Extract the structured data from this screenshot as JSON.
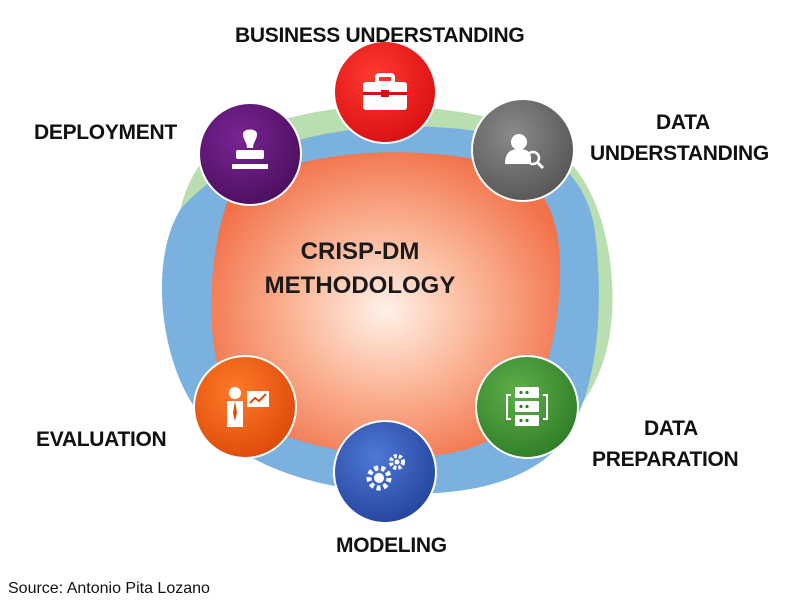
{
  "center": {
    "line1": "CRISP-DM",
    "line2": "METHODOLOGY"
  },
  "phases": [
    {
      "id": "business-understanding",
      "lines": [
        "BUSINESS UNDERSTANDING"
      ],
      "color": "#e8141a",
      "icon": "briefcase-icon"
    },
    {
      "id": "data-understanding",
      "lines": [
        "DATA",
        "UNDERSTANDING"
      ],
      "color": "#6e6e6e",
      "icon": "user-search-icon"
    },
    {
      "id": "data-preparation",
      "lines": [
        "DATA",
        "PREPARATION"
      ],
      "color": "#3b8e2f",
      "icon": "server-icon"
    },
    {
      "id": "modeling",
      "lines": [
        "MODELING"
      ],
      "color": "#2f58b5",
      "icon": "gears-icon"
    },
    {
      "id": "evaluation",
      "lines": [
        "EVALUATION"
      ],
      "color": "#ec5a0d",
      "icon": "presentation-icon"
    },
    {
      "id": "deployment",
      "lines": [
        "DEPLOYMENT"
      ],
      "color": "#5a1670",
      "icon": "stamp-icon"
    }
  ],
  "source": "Source: Antonio Pita Lozano"
}
